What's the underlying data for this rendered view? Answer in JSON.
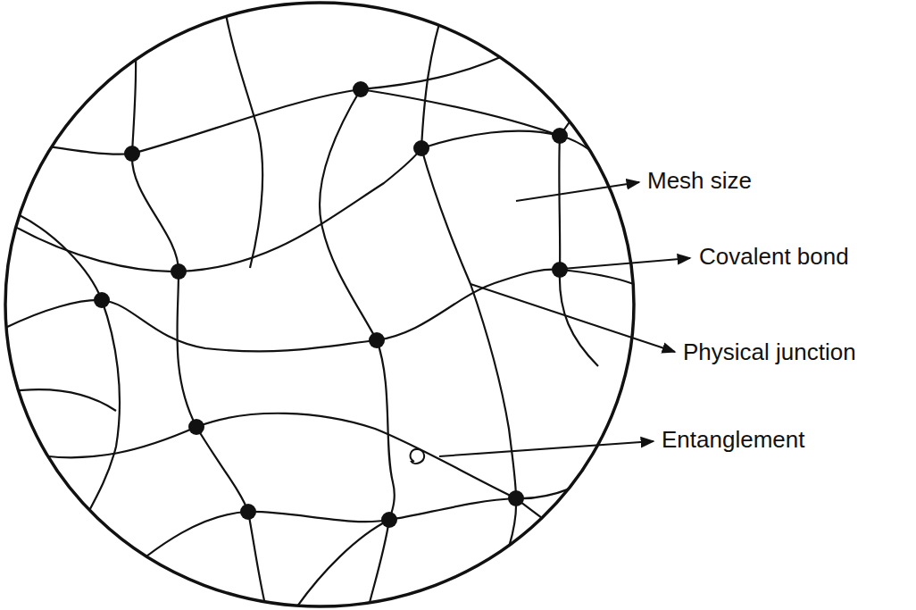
{
  "diagram": {
    "labels": [
      "Mesh size",
      "Covalent bond",
      "Physical junction",
      "Entanglement"
    ]
  }
}
